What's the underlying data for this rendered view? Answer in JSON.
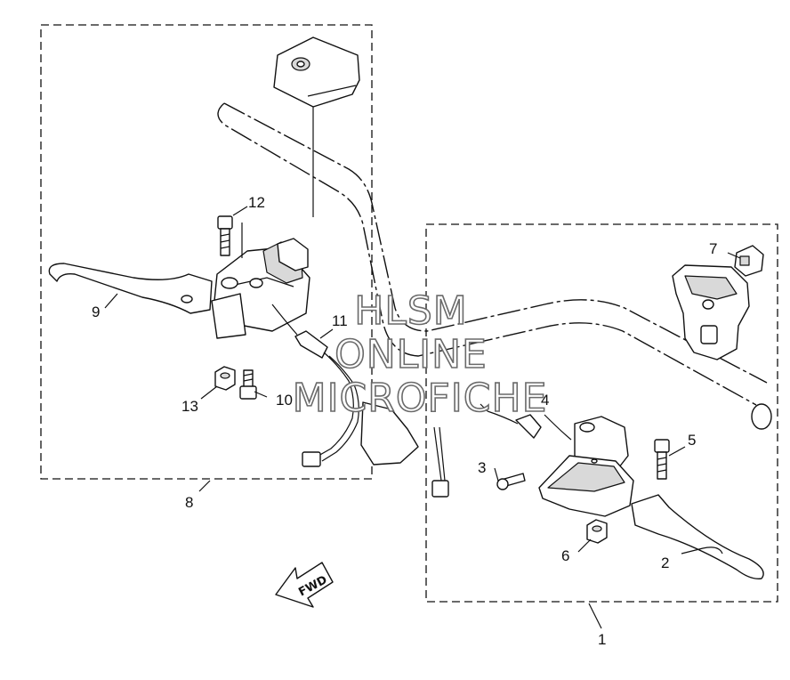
{
  "callouts": [
    "1",
    "2",
    "3",
    "4",
    "5",
    "6",
    "7",
    "8",
    "9",
    "10",
    "11",
    "12",
    "13"
  ],
  "watermark": {
    "line1": "HLSM",
    "line2": "ONLINE",
    "line3": "MICROFICHE"
  },
  "direction_label": "FWD"
}
